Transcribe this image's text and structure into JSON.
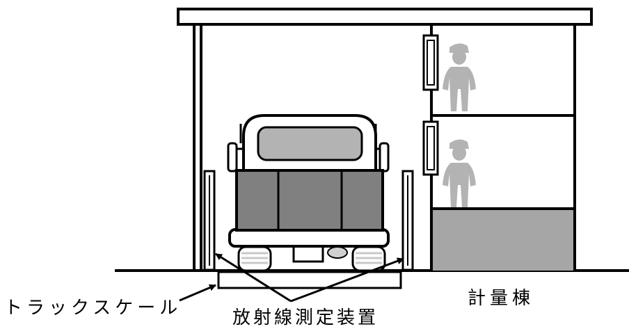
{
  "labels": {
    "truck_scale": "トラックスケール",
    "radiation_device": "放射線測定装置",
    "weighing_building": "計量棟"
  },
  "colors": {
    "line": "#000000",
    "truck_body": "#808080",
    "window": "#b3b3b3",
    "person": "#b3b3b3",
    "counter": "#a6a6a6",
    "tire_stripes": "#c8c8c8",
    "background": "#ffffff"
  },
  "icons": [
    "person-icon",
    "person-icon"
  ]
}
